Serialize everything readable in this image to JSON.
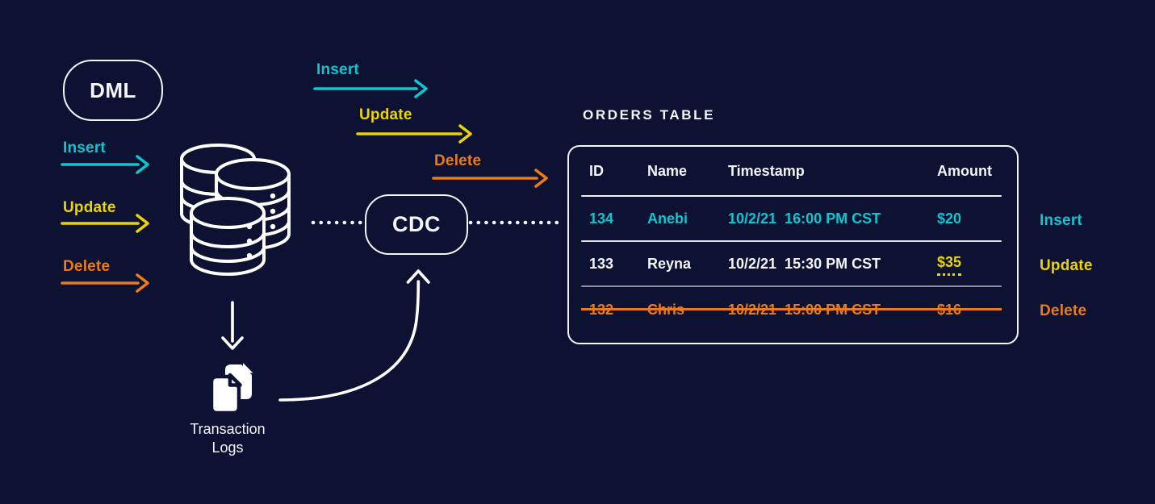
{
  "colors": {
    "background": "#0e1232",
    "white": "#f4f5f9",
    "insert_teal": "#0cc6d0",
    "update_yellow": "#ecd402",
    "delete_orange": "#ea7b18"
  },
  "dml_box": {
    "label": "DML"
  },
  "cdc_box": {
    "label": "CDC"
  },
  "left_flow": {
    "items": [
      {
        "label": "Insert",
        "color": "#0cc6d0"
      },
      {
        "label": "Update",
        "color": "#ecd402"
      },
      {
        "label": "Delete",
        "color": "#ea7b18"
      }
    ]
  },
  "mid_flow": {
    "items": [
      {
        "label": "Insert",
        "color": "#0cc6d0"
      },
      {
        "label": "Update",
        "color": "#ecd402"
      },
      {
        "label": "Delete",
        "color": "#ea7b18"
      }
    ]
  },
  "right_flow": {
    "items": [
      {
        "label": "Insert",
        "color": "#0cc6d0"
      },
      {
        "label": "Update",
        "color": "#ecd402"
      },
      {
        "label": "Delete",
        "color": "#ea7b18"
      }
    ]
  },
  "transaction_logs": {
    "line1": "Transaction",
    "line2": "Logs"
  },
  "orders_table": {
    "title": "ORDERS TABLE",
    "columns": [
      "ID",
      "Name",
      "Timestamp",
      "Amount"
    ],
    "rows": [
      {
        "id": "134",
        "name": "Anebi",
        "timestamp": "10/2/21  16:00 PM CST",
        "amount": "$20",
        "operation": "insert"
      },
      {
        "id": "133",
        "name": "Reyna",
        "timestamp": "10/2/21  15:30 PM CST",
        "amount": "$35",
        "operation": "update"
      },
      {
        "id": "132",
        "name": "Chris",
        "timestamp": "10/2/21  15:00 PM CST",
        "amount": "$16",
        "operation": "delete"
      }
    ]
  }
}
